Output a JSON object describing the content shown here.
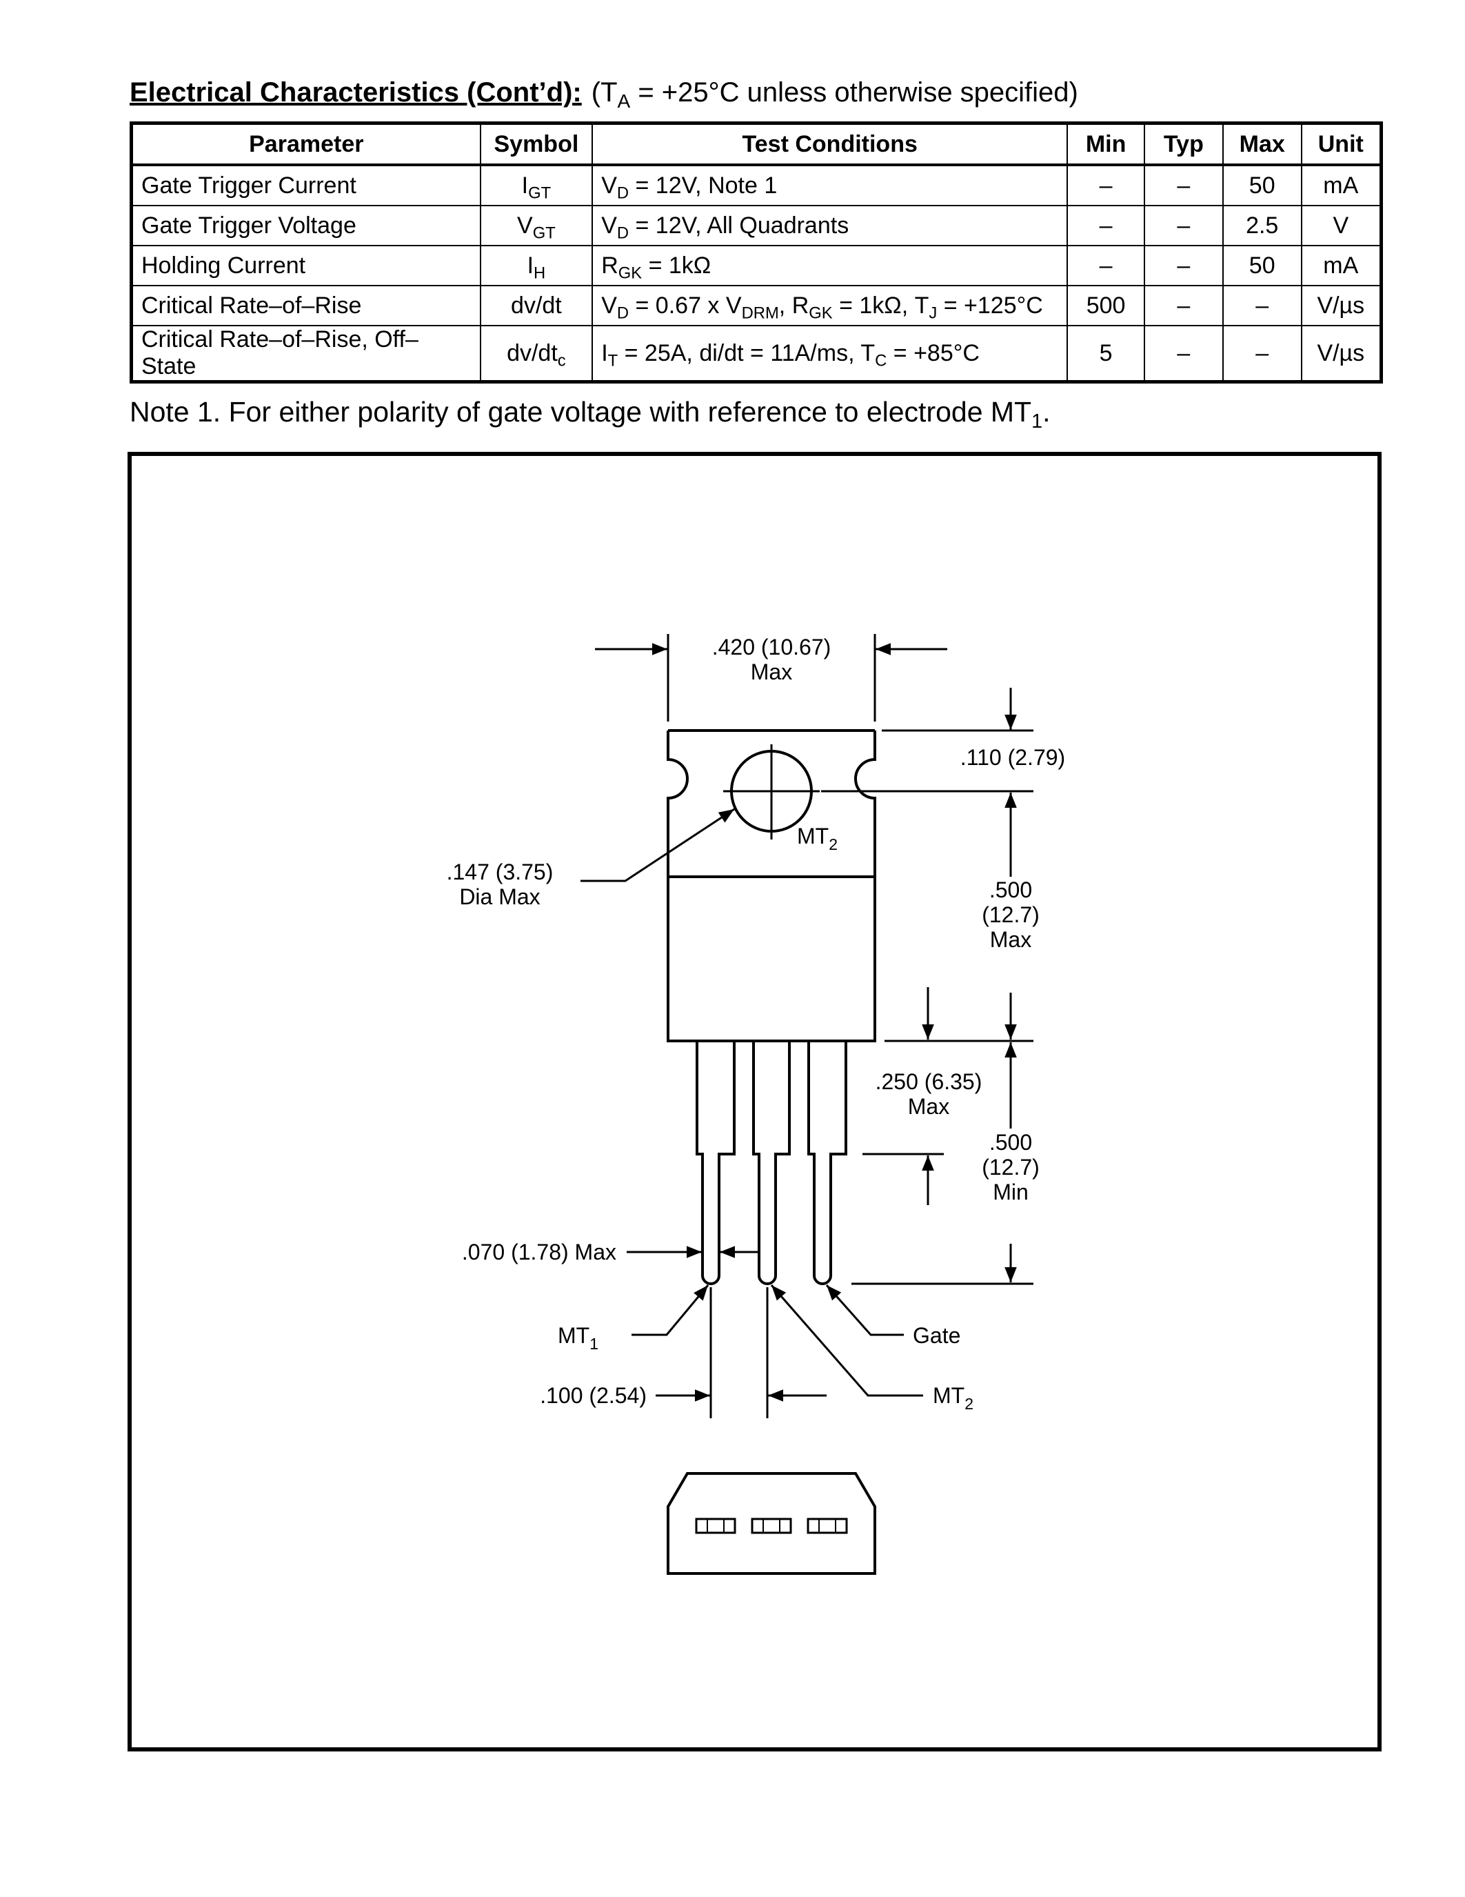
{
  "heading": {
    "title": "Electrical Characteristics (Cont’d):",
    "cond_prefix": "(T",
    "cond_sub": "A",
    "cond_suffix": " = +25°C unless otherwise specified)"
  },
  "table": {
    "headers": {
      "parameter": "Parameter",
      "symbol": "Symbol",
      "test_conditions": "Test Conditions",
      "min": "Min",
      "typ": "Typ",
      "max": "Max",
      "unit": "Unit"
    },
    "rows": [
      {
        "parameter": "Gate Trigger Current",
        "sym": "I",
        "sym_sub": "GT",
        "cond": [
          [
            "V",
            "D",
            " = 12V, Note 1"
          ]
        ],
        "min": "–",
        "typ": "–",
        "max": "50",
        "unit": "mA"
      },
      {
        "parameter": "Gate Trigger Voltage",
        "sym": "V",
        "sym_sub": "GT",
        "cond": [
          [
            "V",
            "D",
            " = 12V, All Quadrants"
          ]
        ],
        "min": "–",
        "typ": "–",
        "max": "2.5",
        "unit": "V"
      },
      {
        "parameter": "Holding Current",
        "sym": "I",
        "sym_sub": "H",
        "cond": [
          [
            "R",
            "GK",
            " = 1kΩ"
          ]
        ],
        "min": "–",
        "typ": "–",
        "max": "50",
        "unit": "mA"
      },
      {
        "parameter": "Critical Rate–of–Rise",
        "sym": "dv/dt",
        "sym_sub": "",
        "cond": [
          [
            "V",
            "D",
            " = 0.67 x "
          ],
          [
            "V",
            "DRM",
            ", "
          ],
          [
            "R",
            "GK",
            " = 1kΩ, "
          ],
          [
            "T",
            "J",
            " = +125°C"
          ]
        ],
        "min": "500",
        "typ": "–",
        "max": "–",
        "unit": "V/µs"
      },
      {
        "parameter": "Critical Rate–of–Rise, Off–State",
        "sym": "dv/dt",
        "sym_sub": "c",
        "cond": [
          [
            "I",
            "T",
            " = 25A, di/dt = 11A/ms, "
          ],
          [
            "T",
            "C",
            " = +85°C"
          ]
        ],
        "min": "5",
        "typ": "–",
        "max": "–",
        "unit": "V/µs"
      }
    ]
  },
  "note": {
    "text": "Note  1. For either polarity of gate voltage with reference to electrode MT",
    "sub": "1",
    "end": "."
  },
  "drawing": {
    "dim_width": ".420 (10.67)",
    "dim_width_max": "Max",
    "dim_tab_top": ".110 (2.79)",
    "dim_hole": ".147 (3.75)",
    "dim_hole_note": "Dia Max",
    "mt2_tab": "MT",
    "mt2_tab_sub": "2",
    "dim_body_1": ".500",
    "dim_body_2": "(12.7)",
    "dim_body_3": "Max",
    "dim_shoulder_1": ".250 (6.35)",
    "dim_shoulder_2": "Max",
    "dim_lead_1": ".500",
    "dim_lead_2": "(12.7)",
    "dim_lead_3": "Min",
    "dim_lead_width": ".070 (1.78) Max",
    "label_mt1": "MT",
    "label_mt1_sub": "1",
    "label_gate": "Gate",
    "dim_pitch": ".100 (2.54)",
    "label_mt2": "MT",
    "label_mt2_sub": "2"
  }
}
